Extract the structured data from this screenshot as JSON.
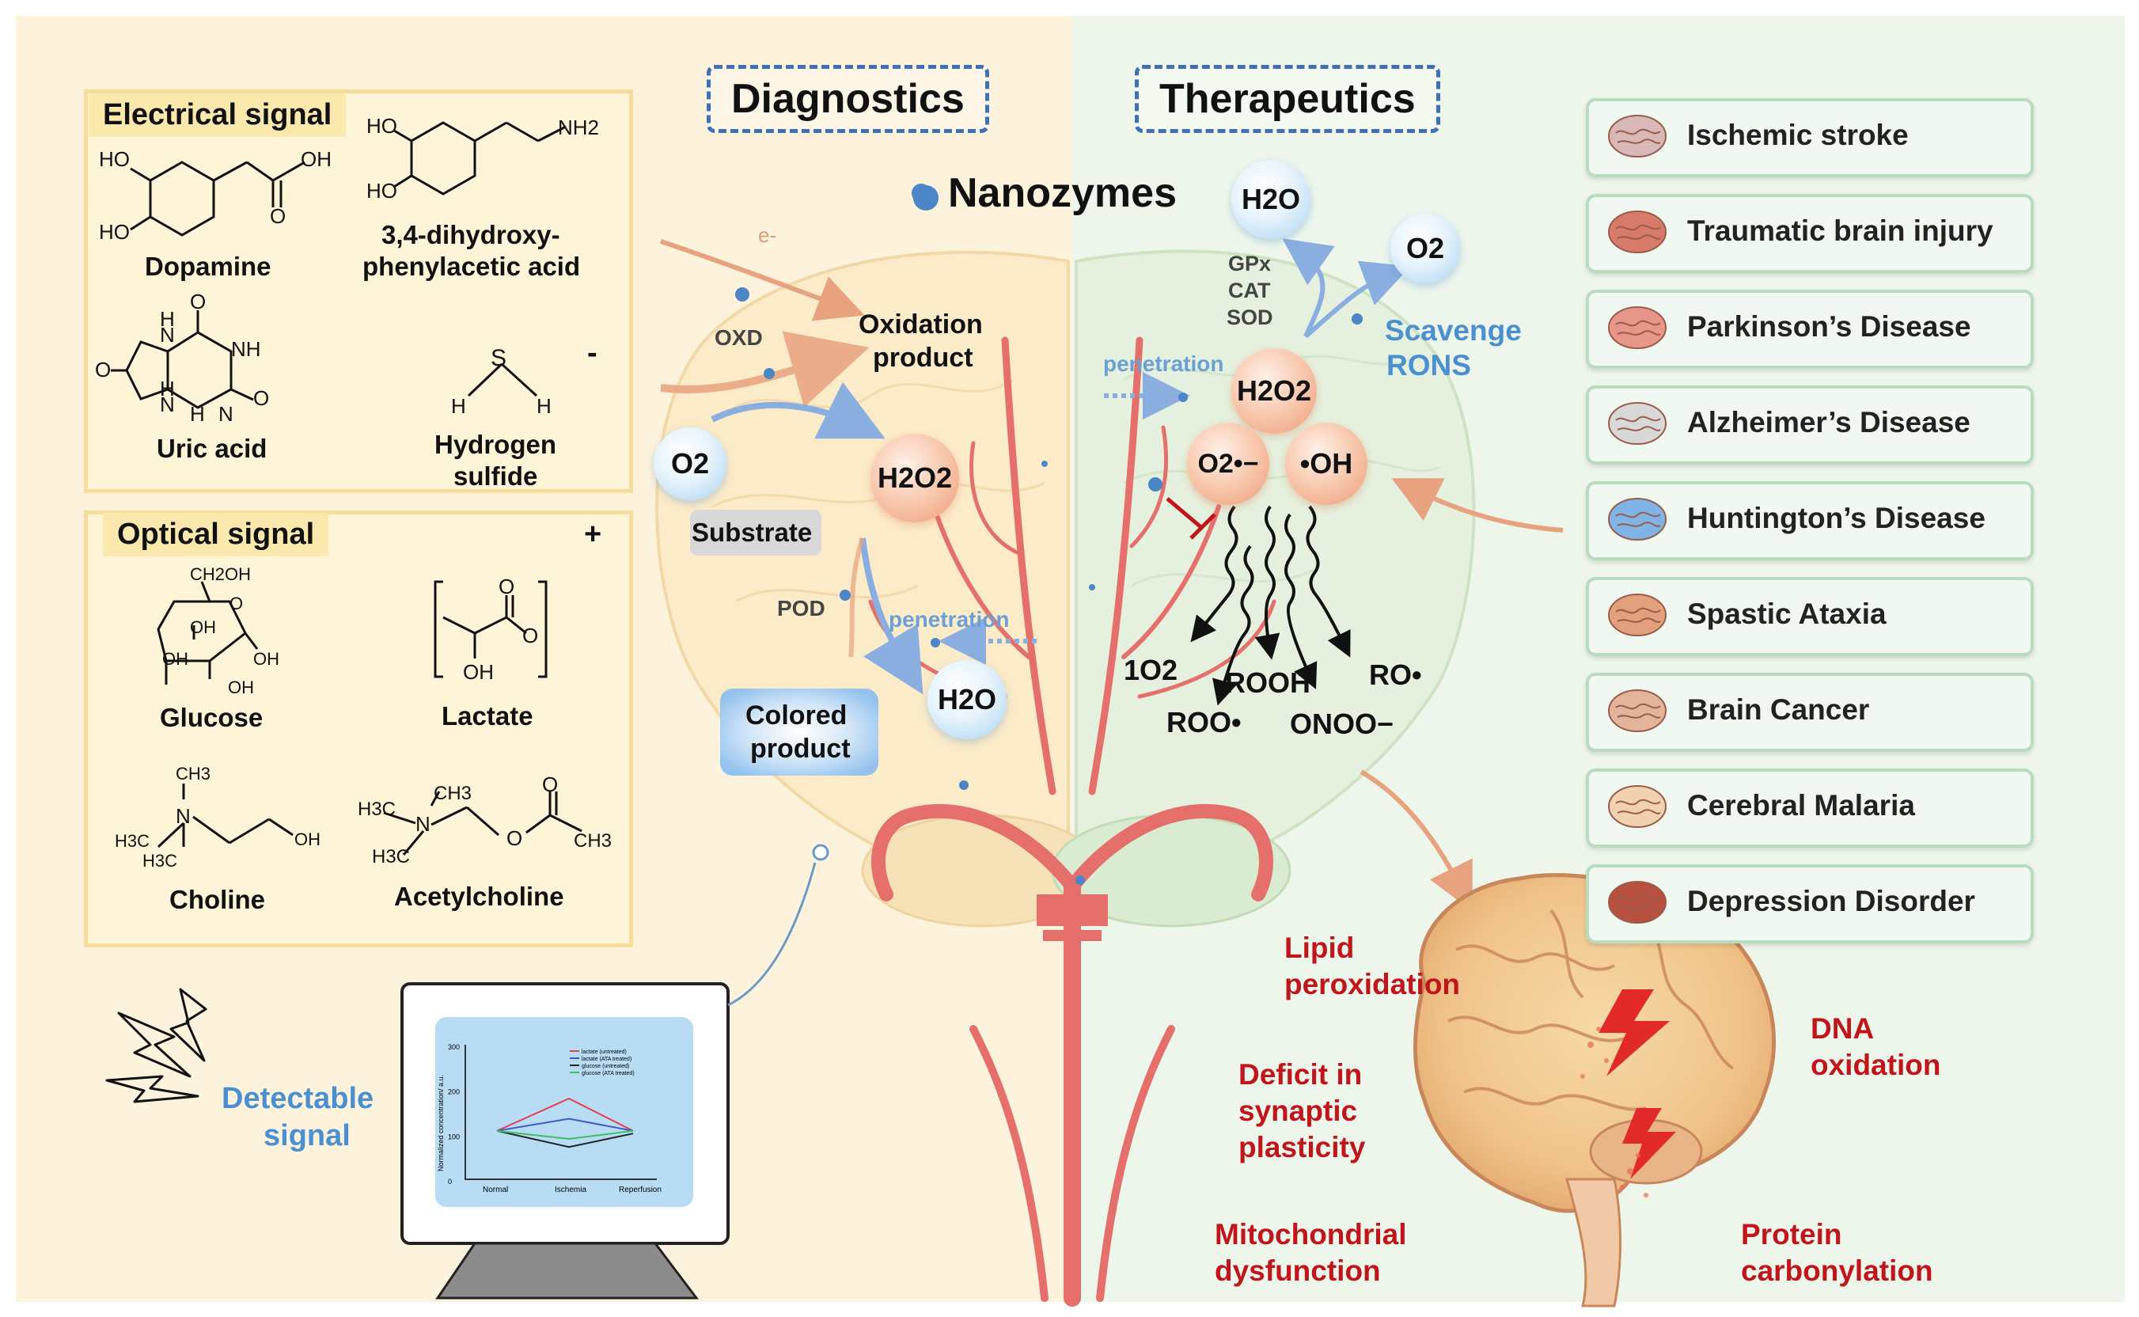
{
  "headers": {
    "diagnostics": "Diagnostics",
    "therapeutics": "Therapeutics"
  },
  "nanozymes": "Nanozymes",
  "electrical": {
    "title": "Electrical signal",
    "sign": "-",
    "compounds": {
      "dopamine": "Dopamine",
      "dopac_1": "3,4-dihydroxy-",
      "dopac_2": "phenylacetic acid",
      "uric_acid": "Uric acid",
      "h2s_1": "Hydrogen",
      "h2s_2": "sulfide"
    }
  },
  "optical": {
    "title": "Optical signal",
    "sign": "+",
    "compounds": {
      "glucose": "Glucose",
      "lactate": "Lactate",
      "choline": "Choline",
      "acetylcholine": "Acetylcholine"
    }
  },
  "detectable_1": "Detectable",
  "detectable_2": "signal",
  "chem_atoms": {
    "ho": "HO",
    "oh": "OH",
    "o": "O",
    "h": "H",
    "s": "S",
    "n": "N",
    "nh2": "NH2",
    "ch2oh": "CH2OH",
    "ch3": "CH3",
    "h3c": "H3C",
    "nh": "NH",
    "hn": "HN"
  },
  "diagnostics_flow": {
    "e": "e-",
    "oxd": "OXD",
    "pod": "POD",
    "oxidation_1": "Oxidation",
    "oxidation_2": "product",
    "substrate": "Substrate",
    "penetration": "penetration",
    "colored_1": "Colored",
    "colored_2": "product",
    "o2": "O2",
    "h2o2": "H2O2",
    "h2o": "H2O"
  },
  "therapeutics_flow": {
    "h2o": "H2O",
    "o2": "O2",
    "gpx": "GPx",
    "cat": "CAT",
    "sod": "SOD",
    "scavenge_1": "Scavenge",
    "scavenge_2": "RONS",
    "penetration": "penetration",
    "h2o2": "H2O2",
    "superoxide": "O2•−",
    "hydroxyl": "•OH",
    "singlet": "1O2",
    "rooh": "ROOH",
    "ro": "RO•",
    "roo": "ROO•",
    "onoo": "ONOO−"
  },
  "diseases": [
    "Ischemic stroke",
    "Traumatic brain injury",
    "Parkinson’s Disease",
    "Alzheimer’s Disease",
    "Huntington’s Disease",
    "Spastic Ataxia",
    "Brain Cancer",
    "Cerebral Malaria",
    "Depression Disorder"
  ],
  "damage": {
    "lipid_1": "Lipid",
    "lipid_2": "peroxidation",
    "dna_1": "DNA",
    "dna_2": "oxidation",
    "synaptic_1": "Deficit in",
    "synaptic_2": "synaptic",
    "synaptic_3": "plasticity",
    "mito_1": "Mitochondrial",
    "mito_2": "dysfunction",
    "protein_1": "Protein",
    "protein_2": "carbonylation"
  },
  "mini_chart": {
    "legend": [
      "lactate (untreated)",
      "lactate (ATA treated)",
      "glucose (untreated)",
      "glucose (ATA treated)"
    ],
    "xlabels": [
      "Normal",
      "Ischemia",
      "Reperfusion"
    ],
    "ylabel": "Normalized concentration/ a.u.",
    "yticks": [
      "300",
      "200",
      "100",
      "0"
    ]
  },
  "colors": {
    "left_bg": "#fdf3dc",
    "right_bg": "#eef6ec",
    "damage_red": "#c0161b",
    "accent_blue": "#4a8fd0",
    "vessel": "#e56f6a"
  }
}
